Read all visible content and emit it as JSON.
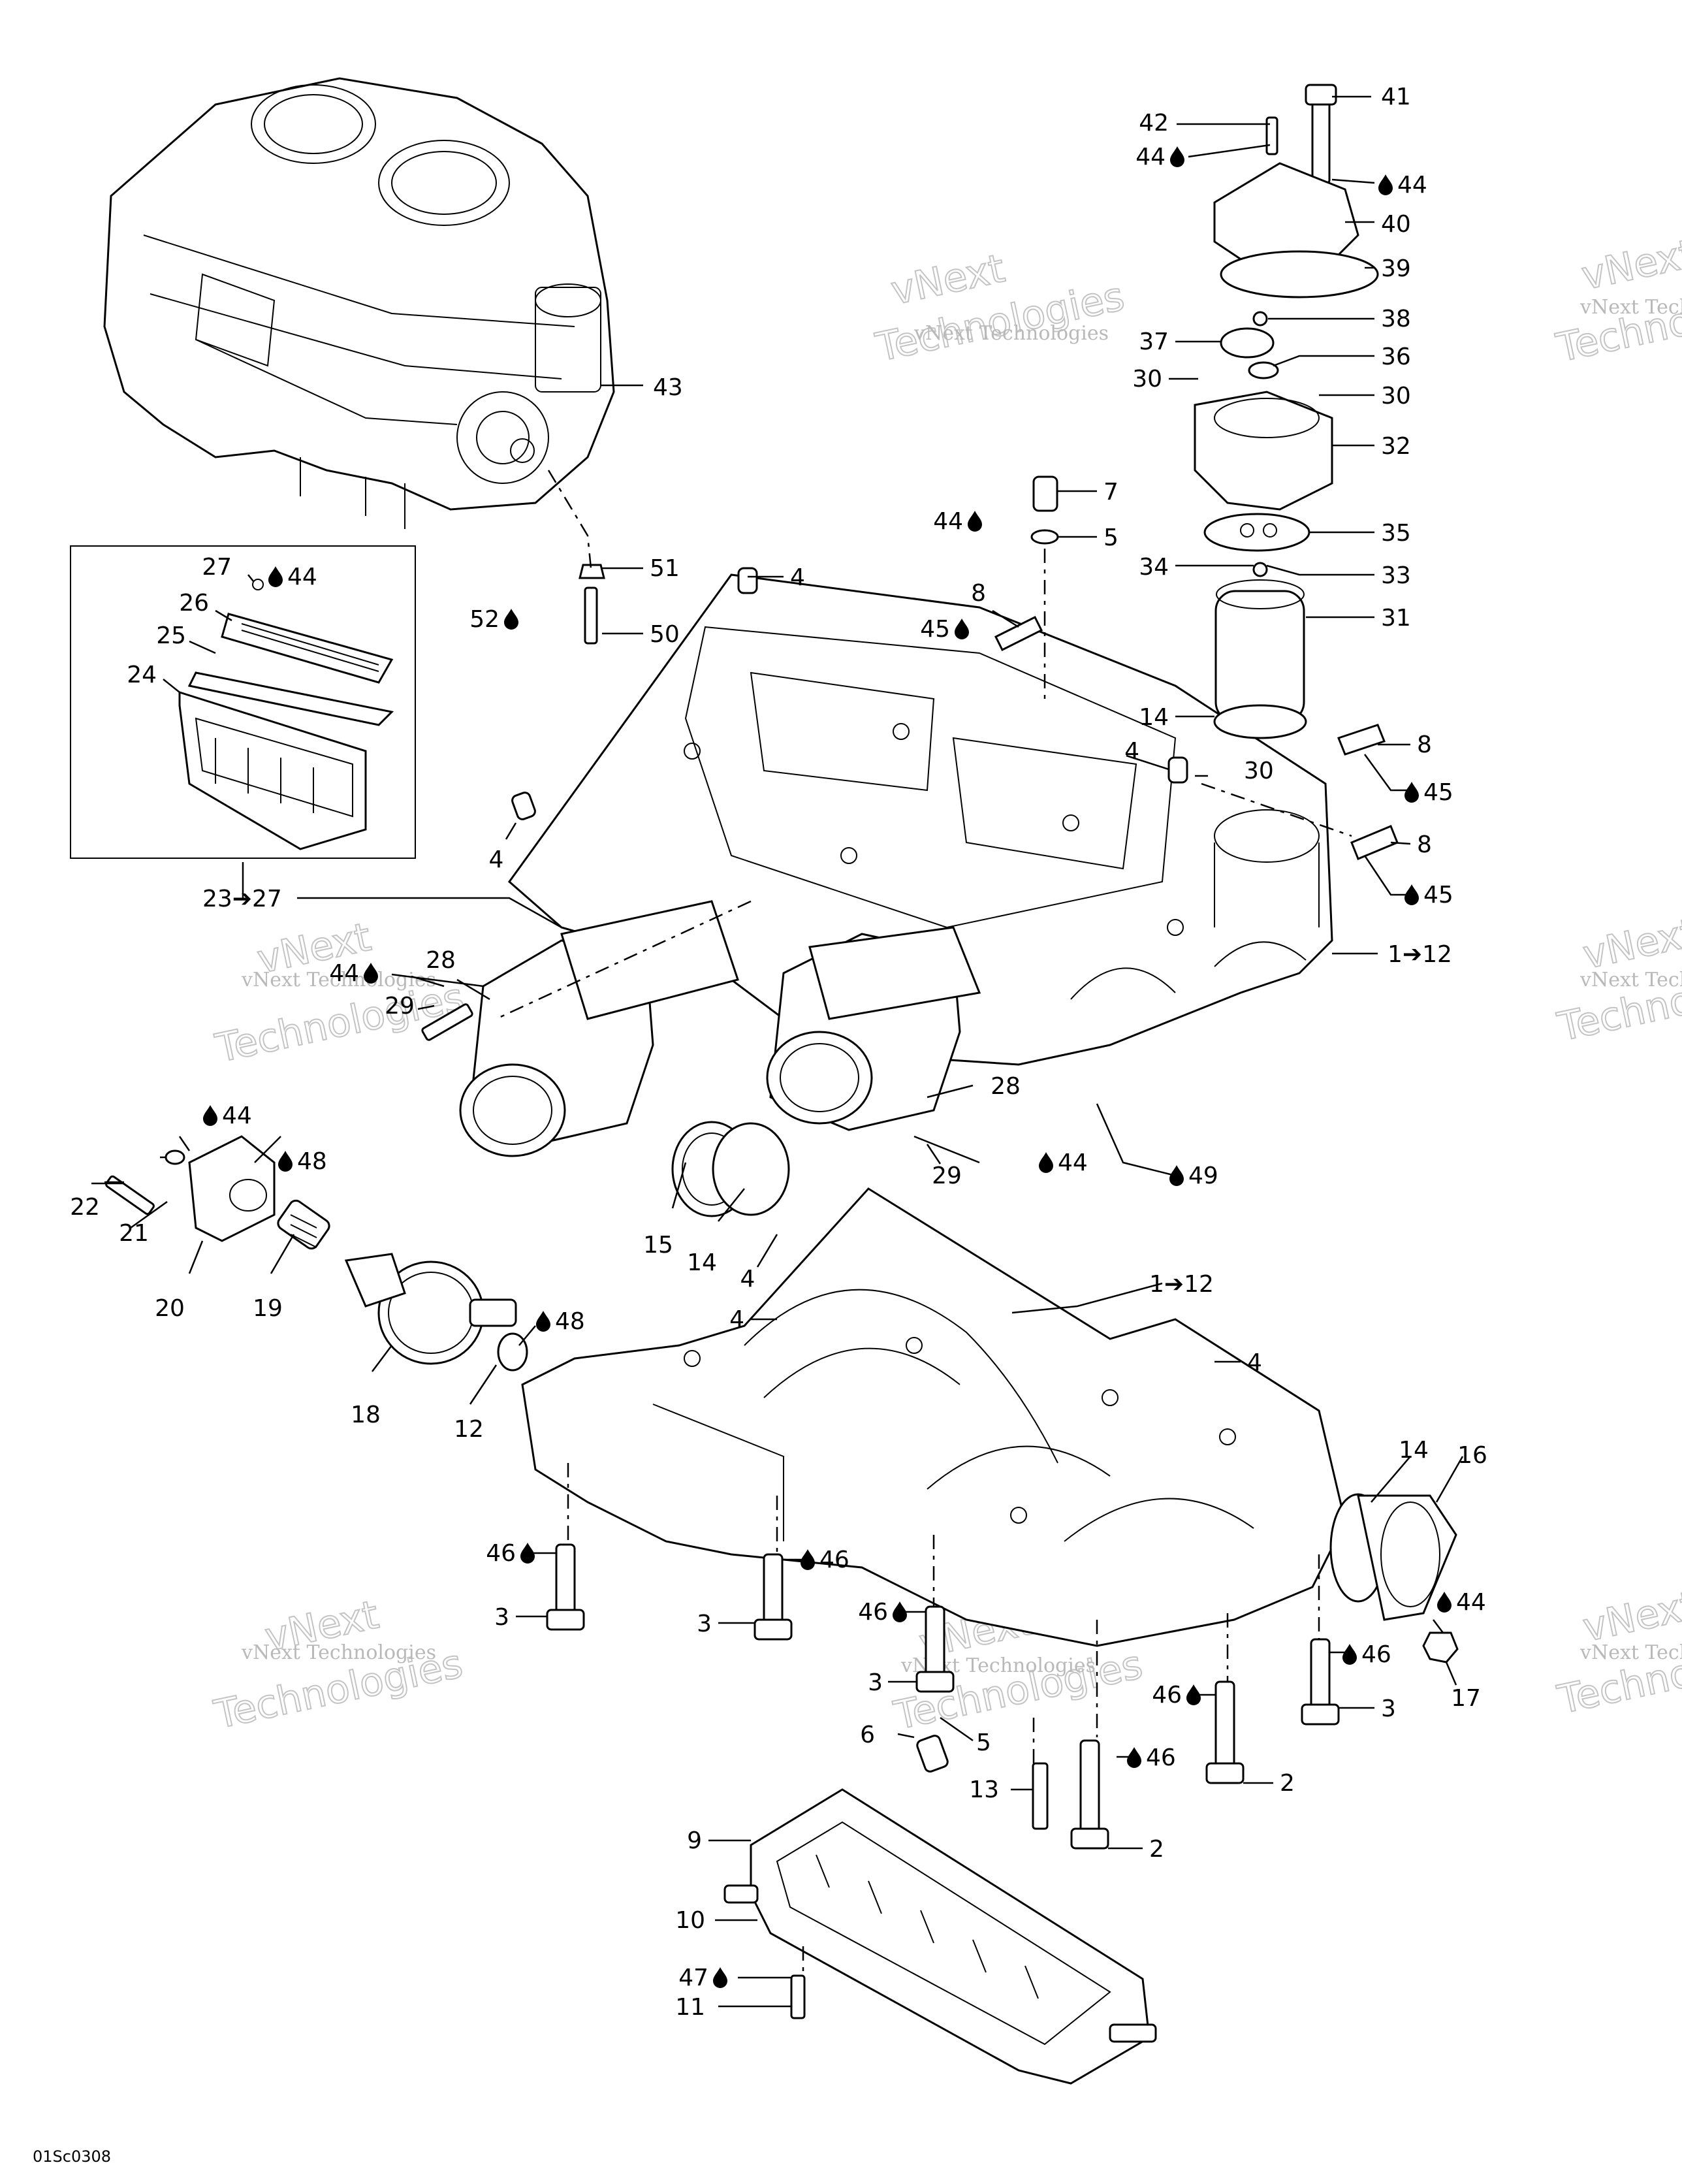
{
  "diagram": {
    "reference_code": "01Sc0308",
    "watermark_text": "vNext Technologies",
    "watermark_line1": "vNext",
    "watermark_line2": "Technologies",
    "callouts": [
      {
        "id": "c41",
        "text": "41",
        "drop": false
      },
      {
        "id": "c42",
        "text": "42",
        "drop": false
      },
      {
        "id": "c44a",
        "text": "44",
        "drop": true
      },
      {
        "id": "c44b",
        "text": "44",
        "drop": true
      },
      {
        "id": "c40",
        "text": "40",
        "drop": false
      },
      {
        "id": "c39",
        "text": "39",
        "drop": false
      },
      {
        "id": "c38",
        "text": "38",
        "drop": false
      },
      {
        "id": "c37",
        "text": "37",
        "drop": false
      },
      {
        "id": "c36",
        "text": "36",
        "drop": false
      },
      {
        "id": "c30a",
        "text": "30",
        "drop": false
      },
      {
        "id": "c30b",
        "text": "30",
        "drop": false
      },
      {
        "id": "c32",
        "text": "32",
        "drop": false
      },
      {
        "id": "c7",
        "text": "7",
        "drop": false
      },
      {
        "id": "c44c",
        "text": "44",
        "drop": true
      },
      {
        "id": "c5a",
        "text": "5",
        "drop": false
      },
      {
        "id": "c35",
        "text": "35",
        "drop": false
      },
      {
        "id": "c34",
        "text": "34",
        "drop": false
      },
      {
        "id": "c33",
        "text": "33",
        "drop": false
      },
      {
        "id": "c31",
        "text": "31",
        "drop": false
      },
      {
        "id": "c43",
        "text": "43",
        "drop": false
      },
      {
        "id": "c27",
        "text": "27",
        "drop": false
      },
      {
        "id": "c44d",
        "text": "44",
        "drop": true
      },
      {
        "id": "c26",
        "text": "26",
        "drop": false
      },
      {
        "id": "c25",
        "text": "25",
        "drop": false
      },
      {
        "id": "c24",
        "text": "24",
        "drop": false
      },
      {
        "id": "c51",
        "text": "51",
        "drop": false
      },
      {
        "id": "c52",
        "text": "52",
        "drop": true
      },
      {
        "id": "c50",
        "text": "50",
        "drop": false
      },
      {
        "id": "c4a",
        "text": "4",
        "drop": false
      },
      {
        "id": "c8a",
        "text": "8",
        "drop": false
      },
      {
        "id": "c45a",
        "text": "45",
        "drop": true
      },
      {
        "id": "c14a",
        "text": "14",
        "drop": false
      },
      {
        "id": "c4b",
        "text": "4",
        "drop": false
      },
      {
        "id": "c30c",
        "text": "30",
        "drop": false
      },
      {
        "id": "c8b",
        "text": "8",
        "drop": false
      },
      {
        "id": "c45b",
        "text": "45",
        "drop": true
      },
      {
        "id": "c8c",
        "text": "8",
        "drop": false
      },
      {
        "id": "c45c",
        "text": "45",
        "drop": true
      },
      {
        "id": "c4c",
        "text": "4",
        "drop": false
      },
      {
        "id": "c2327",
        "text": "23➔27",
        "drop": false
      },
      {
        "id": "c112a",
        "text": "1➔12",
        "drop": false
      },
      {
        "id": "c44e",
        "text": "44",
        "drop": true
      },
      {
        "id": "c28a",
        "text": "28",
        "drop": false
      },
      {
        "id": "c29a",
        "text": "29",
        "drop": false
      },
      {
        "id": "c44f",
        "text": "44",
        "drop": true
      },
      {
        "id": "c48a",
        "text": "48",
        "drop": true
      },
      {
        "id": "c28b",
        "text": "28",
        "drop": false
      },
      {
        "id": "c44g",
        "text": "44",
        "drop": true
      },
      {
        "id": "c29b",
        "text": "29",
        "drop": false
      },
      {
        "id": "c49",
        "text": "49",
        "drop": true
      },
      {
        "id": "c22",
        "text": "22",
        "drop": false
      },
      {
        "id": "c21",
        "text": "21",
        "drop": false
      },
      {
        "id": "c20",
        "text": "20",
        "drop": false
      },
      {
        "id": "c19",
        "text": "19",
        "drop": false
      },
      {
        "id": "c15",
        "text": "15",
        "drop": false
      },
      {
        "id": "c14b",
        "text": "14",
        "drop": false
      },
      {
        "id": "c4d",
        "text": "4",
        "drop": false
      },
      {
        "id": "c112b",
        "text": "1➔12",
        "drop": false
      },
      {
        "id": "c4e",
        "text": "4",
        "drop": false
      },
      {
        "id": "c4f",
        "text": "4",
        "drop": false
      },
      {
        "id": "c48b",
        "text": "48",
        "drop": true
      },
      {
        "id": "c18",
        "text": "18",
        "drop": false
      },
      {
        "id": "c12",
        "text": "12",
        "drop": false
      },
      {
        "id": "c14c",
        "text": "14",
        "drop": false
      },
      {
        "id": "c16",
        "text": "16",
        "drop": false
      },
      {
        "id": "c46a",
        "text": "46",
        "drop": true
      },
      {
        "id": "c46b",
        "text": "46",
        "drop": true
      },
      {
        "id": "c3a",
        "text": "3",
        "drop": false
      },
      {
        "id": "c3b",
        "text": "3",
        "drop": false
      },
      {
        "id": "c46c",
        "text": "46",
        "drop": true
      },
      {
        "id": "c44h",
        "text": "44",
        "drop": true
      },
      {
        "id": "c46d",
        "text": "46",
        "drop": true
      },
      {
        "id": "c17",
        "text": "17",
        "drop": false
      },
      {
        "id": "c3c",
        "text": "3",
        "drop": false
      },
      {
        "id": "c3d",
        "text": "3",
        "drop": false
      },
      {
        "id": "c46e",
        "text": "46",
        "drop": true
      },
      {
        "id": "c6",
        "text": "6",
        "drop": false
      },
      {
        "id": "c5b",
        "text": "5",
        "drop": false
      },
      {
        "id": "c46f",
        "text": "46",
        "drop": true
      },
      {
        "id": "c13",
        "text": "13",
        "drop": false
      },
      {
        "id": "c2a",
        "text": "2",
        "drop": false
      },
      {
        "id": "c2b",
        "text": "2",
        "drop": false
      },
      {
        "id": "c9",
        "text": "9",
        "drop": false
      },
      {
        "id": "c10",
        "text": "10",
        "drop": false
      },
      {
        "id": "c47",
        "text": "47",
        "drop": true
      },
      {
        "id": "c11",
        "text": "11",
        "drop": false
      }
    ]
  }
}
